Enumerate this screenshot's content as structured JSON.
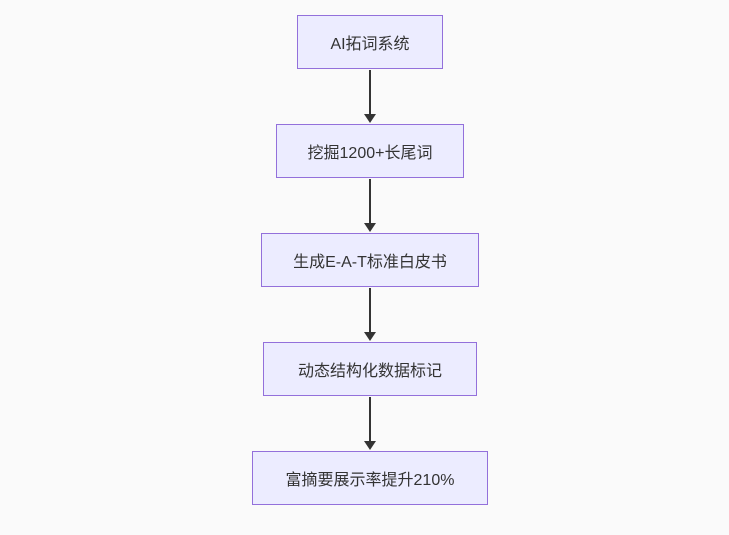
{
  "diagram": {
    "type": "flowchart",
    "direction": "top-down",
    "colors": {
      "background": "#fafafa",
      "node_fill": "#ececff",
      "node_border": "#9370db",
      "text": "#333333",
      "arrow": "#333333"
    },
    "nodes": [
      {
        "label": "AI拓词系统"
      },
      {
        "label": "挖掘1200+长尾词"
      },
      {
        "label": "生成E-A-T标准白皮书"
      },
      {
        "label": "动态结构化数据标记"
      },
      {
        "label": "富摘要展示率提升210%"
      }
    ],
    "edges": [
      {
        "from": 0,
        "to": 1
      },
      {
        "from": 1,
        "to": 2
      },
      {
        "from": 2,
        "to": 3
      },
      {
        "from": 3,
        "to": 4
      }
    ]
  }
}
